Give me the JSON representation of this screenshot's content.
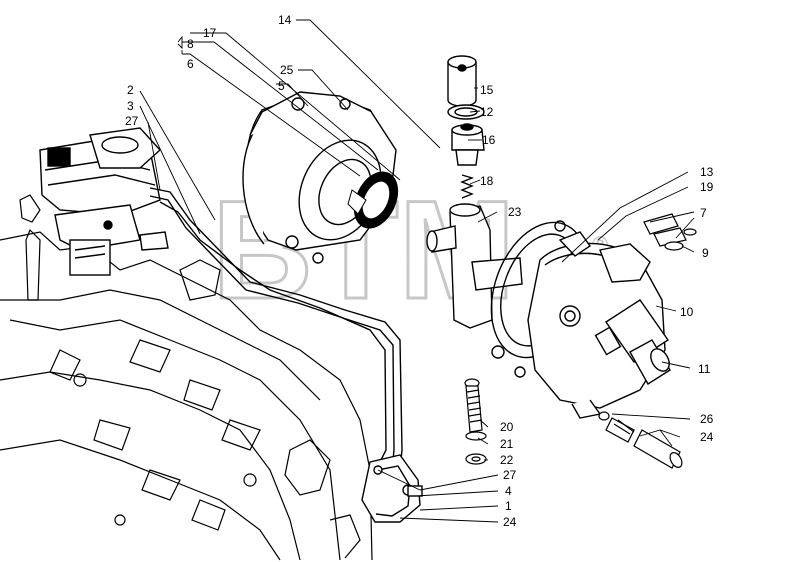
{
  "watermark": {
    "text": "BTM",
    "symbol": "®",
    "color": "#b8b8b8"
  },
  "callouts": {
    "n14": "14",
    "n17": "17",
    "n8": "8",
    "n6": "6",
    "n25": "25",
    "n5": "5",
    "n15": "15",
    "n12": "12",
    "n16": "16",
    "n18": "18",
    "n23": "23",
    "n13": "13",
    "n19": "19",
    "n7": "7",
    "n9": "9",
    "n2": "2",
    "n3": "3",
    "n27a": "27",
    "n10": "10",
    "n11": "11",
    "n20": "20",
    "n21": "21",
    "n22": "22",
    "n26": "26",
    "n24a": "24",
    "n27b": "27",
    "n4": "4",
    "n1": "1",
    "n24b": "24"
  },
  "colors": {
    "line": "#000000",
    "background": "#ffffff"
  }
}
